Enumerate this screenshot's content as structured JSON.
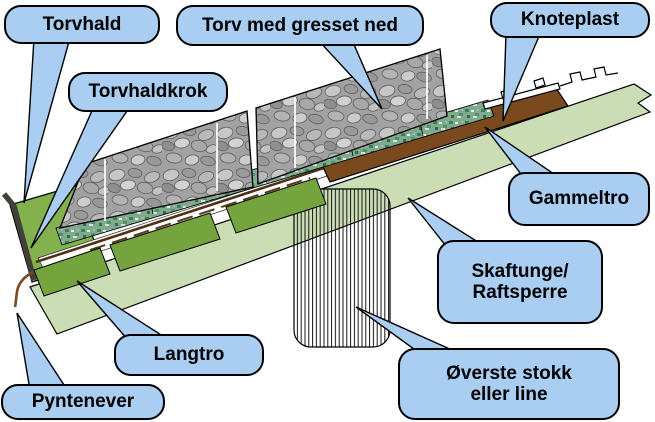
{
  "diagram_type": "turf-roof cross-section construction diagram",
  "callouts": {
    "torvhald": {
      "label": "Torvhald"
    },
    "torv_med_gresset_ned": {
      "label": "Torv med gresset ned"
    },
    "knoteplast": {
      "label": "Knoteplast"
    },
    "torvhaldkrok": {
      "label": "Torvhaldkrok"
    },
    "gammeltro": {
      "label": "Gammeltro"
    },
    "skaftunge_raftsperre": {
      "line1": "Skaftunge/",
      "line2": "Raftsperre"
    },
    "langtro": {
      "label": "Langtro"
    },
    "pyntenever": {
      "label": "Pyntenever"
    },
    "overste_stokk": {
      "line1": "Øverste stokk",
      "line2": "eller line"
    }
  },
  "colors": {
    "callout_fill": "#A9CEF2",
    "callout_border": "#000000",
    "raftsperre_pale_green": "#CBDDB4",
    "torvhald_green": "#82B14E",
    "langtro_green": "#75A43E",
    "gammeltro_brown": "#7A4A1E",
    "turf_gray_base": "#A2A2A2",
    "grass_underside_green": "#7FAA8C",
    "bark_brown": "#7A4A22",
    "hook_dark": "#43403A",
    "membrane_white": "#FFFFFF",
    "background": "#FFFFFF"
  }
}
